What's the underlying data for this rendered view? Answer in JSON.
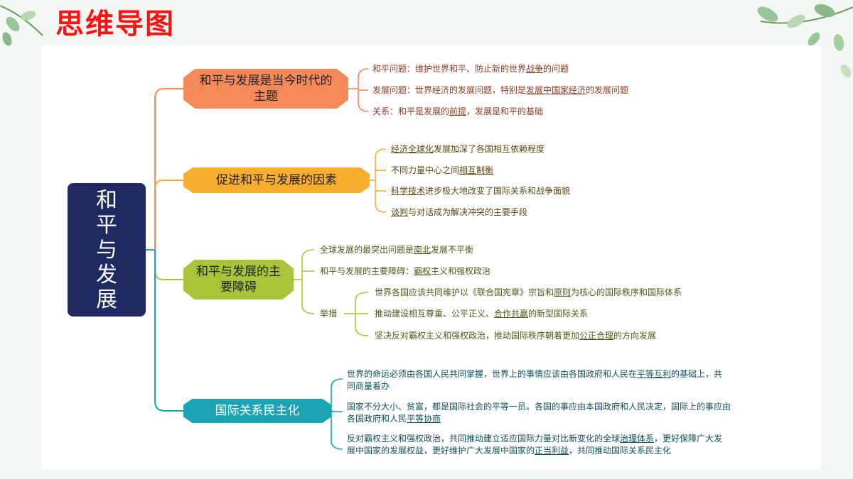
{
  "title": "思维导图",
  "root": {
    "label": "和平与发展"
  },
  "branches": [
    {
      "label": "和平与发展是当今时代的主题",
      "items": [
        [
          {
            "t": "和平问题：维护世界和平、防止新的世界"
          },
          {
            "t": "战争",
            "u": true
          },
          {
            "t": "的问题"
          }
        ],
        [
          {
            "t": "发展问题：世界经济的发展问题，特别是"
          },
          {
            "t": "发展中国家经济",
            "u": true
          },
          {
            "t": "的发展问题"
          }
        ],
        [
          {
            "t": "关系：和平是发展的"
          },
          {
            "t": "前提",
            "u": true
          },
          {
            "t": "，发展是和平的基础"
          }
        ]
      ]
    },
    {
      "label": "促进和平与发展的因素",
      "items": [
        [
          {
            "t": "经济全球化",
            "u": true
          },
          {
            "t": "发展加深了各国相互依赖程度"
          }
        ],
        [
          {
            "t": "不同力量中心之间"
          },
          {
            "t": "相互制衡",
            "u": true
          }
        ],
        [
          {
            "t": "科学技术",
            "u": true
          },
          {
            "t": "进步极大地改变了国际关系和战争面貌"
          }
        ],
        [
          {
            "t": "谈判",
            "u": true
          },
          {
            "t": "与对话成为解决冲突的主要手段"
          }
        ]
      ]
    },
    {
      "label": "和平与发展的主要障碍",
      "items": [
        [
          {
            "t": "全球发展的最突出问题是"
          },
          {
            "t": "南北",
            "u": true
          },
          {
            "t": "发展不平衡"
          }
        ],
        [
          {
            "t": "和平与发展的主要障碍："
          },
          {
            "t": "霸权",
            "u": true
          },
          {
            "t": "主义和强权政治"
          }
        ]
      ],
      "measures_label": "举措",
      "measures": [
        [
          {
            "t": "世界各国应该共同维护以《联合国宪章》宗旨和"
          },
          {
            "t": "原则",
            "u": true
          },
          {
            "t": "为核心的国际秩序和国际体系"
          }
        ],
        [
          {
            "t": "推动建设相互尊重、公平正义、"
          },
          {
            "t": "合作共赢",
            "u": true
          },
          {
            "t": "的新型国际关系"
          }
        ],
        [
          {
            "t": "坚决反对霸权主义和强权政治，推动国际秩序朝着更加"
          },
          {
            "t": "公正合理",
            "u": true
          },
          {
            "t": "的方向发展"
          }
        ]
      ]
    },
    {
      "label": "国际关系民主化",
      "items": [
        [
          {
            "t": "世界的命运必须由各国人民共同掌握，世界上的事情应该由各国政府和人民在"
          },
          {
            "t": "平等互利",
            "u": true
          },
          {
            "t": "的基础上，共同商量着办"
          }
        ],
        [
          {
            "t": "国家不分大小、贫富，都是国际社会的平等一员。各国的事应由本国政府和人民决定，国际上的事应由各国政府和人民"
          },
          {
            "t": "平等协商",
            "u": true
          }
        ],
        [
          {
            "t": "反对霸权主义和强权政治，共同推动建立适应国际力量对比新变化的全球"
          },
          {
            "t": "治理体系",
            "u": true
          },
          {
            "t": "，更好保障广大发展中国家的发展权益，更好维护广大发展中国家的"
          },
          {
            "t": "正当利益",
            "u": true
          },
          {
            "t": "，共同推动国际关系民主化"
          }
        ]
      ]
    }
  ],
  "colors": {
    "branch1": "#f6895a",
    "branch2": "#f9ae30",
    "branch3": "#a8c53a",
    "branch4": "#1aa3b2",
    "root": "#1f2a63",
    "title": "#ff1212"
  }
}
